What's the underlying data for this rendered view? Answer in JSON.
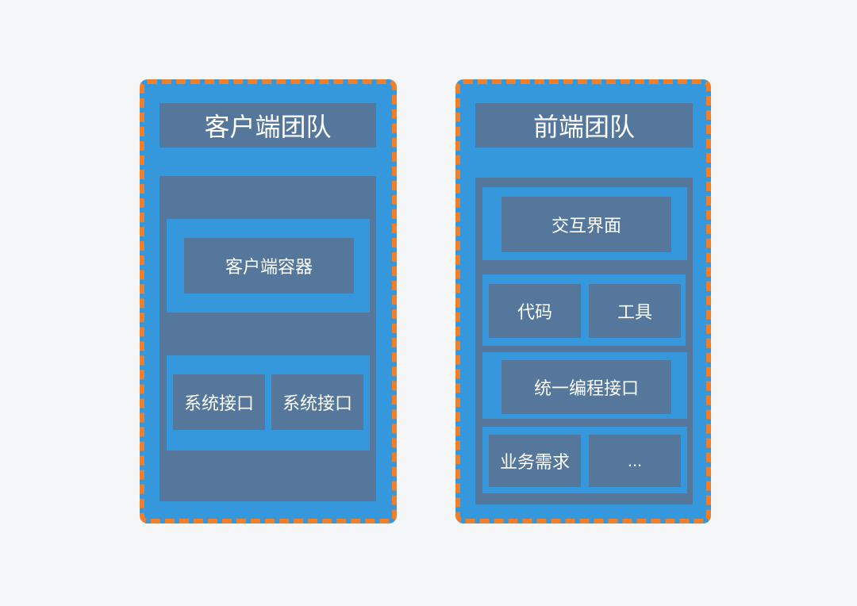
{
  "client_team": {
    "title": "客户端团队",
    "container": "客户端容器",
    "interfaces": [
      "系统接口",
      "系统接口"
    ]
  },
  "frontend_team": {
    "title": "前端团队",
    "ui": "交互界面",
    "code": "代码",
    "tools": "工具",
    "api": "统一编程接口",
    "business": "业务需求",
    "more": "..."
  },
  "colors": {
    "background": "#f5f6f8",
    "panel_blue": "#3598dc",
    "box_slate": "#54779b",
    "dash_orange": "#ef7f2b"
  }
}
